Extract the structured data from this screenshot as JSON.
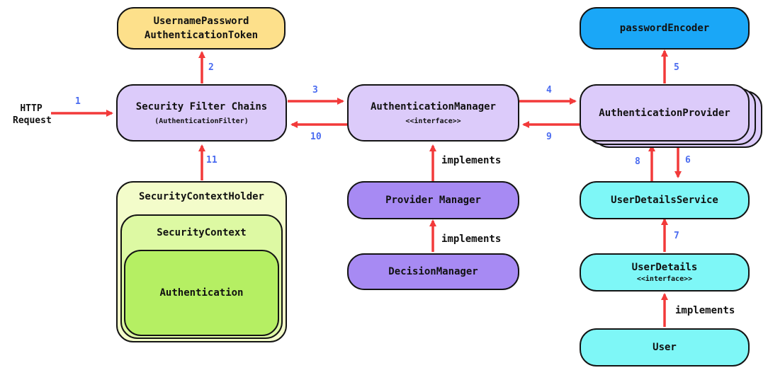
{
  "nodes": {
    "token": {
      "line1": "UsernamePassword",
      "line2": "AuthenticationToken",
      "color": "#fde08b"
    },
    "password_encoder": {
      "label": "passwordEncoder",
      "color": "#1aa7f7"
    },
    "filter_chain": {
      "label": "Security Filter Chains",
      "sub": "(AuthenticationFilter)",
      "color": "#dccbfa"
    },
    "auth_manager": {
      "label": "AuthenticationManager",
      "sub": "<<interface>>",
      "color": "#dccbfa"
    },
    "auth_provider": {
      "label": "AuthenticationProvider",
      "color": "#dccbfa"
    },
    "context_holder": {
      "label": "SecurityContextHolder",
      "color": "#f3fcca"
    },
    "security_context": {
      "label": "SecurityContext",
      "color": "#ddf9a3"
    },
    "authentication": {
      "label": "Authentication",
      "color": "#b5ef63"
    },
    "provider_manager": {
      "label": "Provider Manager",
      "color": "#a78af3"
    },
    "decision_manager": {
      "label": "DecisionManager",
      "color": "#a78af3"
    },
    "user_details_service": {
      "label": "UserDetailsService",
      "color": "#7ef7f7"
    },
    "user_details": {
      "label": "UserDetails",
      "sub": "<<interface>>",
      "color": "#7ef7f7"
    },
    "user": {
      "label": "User",
      "color": "#7ef7f7"
    }
  },
  "http_request": {
    "line1": "HTTP",
    "line2": "Request"
  },
  "steps": [
    "1",
    "2",
    "3",
    "4",
    "5",
    "6",
    "7",
    "8",
    "9",
    "10",
    "11"
  ],
  "implements_label": "implements",
  "colors": {
    "arrow": "#f23a3a",
    "step_number": "#4b6cf0",
    "border": "#141414"
  }
}
